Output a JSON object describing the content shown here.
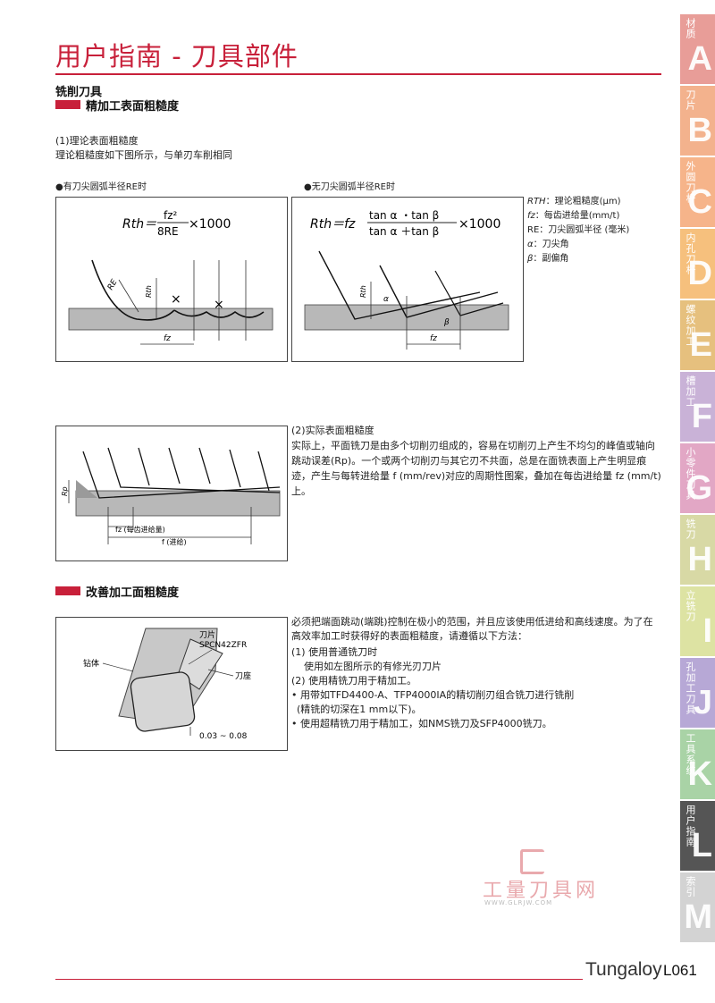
{
  "page": {
    "title": "用户指南 - 刀具部件",
    "subtitle": "铣削刀具",
    "brand": "Tungaloy",
    "page_number": "L061",
    "accent_color": "#c8203a"
  },
  "section1": {
    "title": "精加工表面粗糙度",
    "theory_heading": "(1)理论表面粗糙度",
    "theory_text": "理论粗糙度如下图所示，与单刃车削相同",
    "diagram_left": {
      "caption": "●有刀尖圆弧半径RE时",
      "formula_lhs": "Rth＝",
      "formula_num": "fz²",
      "formula_den": "8RE",
      "formula_mult": "×1000",
      "label_re": "RE",
      "label_rth": "Rth",
      "label_fz": "fz"
    },
    "diagram_right": {
      "caption": "●无刀尖圆弧半径RE时",
      "formula_lhs": "Rth＝fz",
      "formula_num": "tan α ・tan β",
      "formula_den": "tan α ＋tan β",
      "formula_mult": "×1000",
      "label_rth": "Rth",
      "label_alpha": "α",
      "label_beta": "β",
      "label_fz": "fz"
    },
    "legend": [
      {
        "sym": "RTH",
        "desc": "理论粗糙度(μm)"
      },
      {
        "sym": "fz",
        "desc": "每齿进给量(mm/t)"
      },
      {
        "sym": "RE",
        "desc": "刀尖圆弧半径 (毫米)"
      },
      {
        "sym": "α",
        "desc": "刀尖角"
      },
      {
        "sym": "β",
        "desc": "副偏角"
      }
    ],
    "actual_heading": "(2)实际表面粗糙度",
    "actual_text": "实际上，平面铣刀是由多个切削刃组成的，容易在切削刃上产生不均匀的峰值或轴向跳动误差(Rp)。一个或两个切削刃与其它刃不共面，总是在面铣表面上产生明显痕迹，产生与每转进给量 f (mm/rev)对应的周期性图案，叠加在每齿进给量 fz (mm/t)上。",
    "diagram_actual": {
      "label_rp": "Rp",
      "label_fz": "fz (每齿进给量)",
      "label_f": "f (进给)"
    }
  },
  "section2": {
    "title": "改善加工面粗糙度",
    "intro": "必须把端面跳动(端跳)控制在极小的范围，并且应该使用低进给和高线速度。为了在高效率加工时获得好的表面粗糙度，请遵循以下方法：",
    "items": [
      "(1) 使用普通铣刀时",
      "使用如左图所示的有修光刃刀片",
      "(2) 使用精铣刀用于精加工。",
      "• 用带如TFD4400-A、TFP4000IA的精切削刃组合铣刀进行铣削",
      "(精铣的切深在1 mm以下)。",
      "• 使用超精铣刀用于精加工，如NMS铣刀及SFP4000铣刀。"
    ],
    "diagram": {
      "label_insert": "刀片",
      "label_insert_code": "SPCN42ZFR",
      "label_body": "钻体",
      "label_seat": "刀座",
      "label_gap": "0.03 ~ 0.08"
    }
  },
  "watermark": {
    "text": "工量刀具网",
    "url": "WWW.GLRJW.COM"
  },
  "side_tabs": [
    {
      "letter": "A",
      "label": "材质",
      "color": "#e89d98"
    },
    {
      "letter": "B",
      "label": "刀片",
      "color": "#f3b28d"
    },
    {
      "letter": "C",
      "label": "外圆刀杆",
      "color": "#f6b48a"
    },
    {
      "letter": "D",
      "label": "内孔刀杆",
      "color": "#f6c07d"
    },
    {
      "letter": "E",
      "label": "螺纹加工",
      "color": "#e6c07e"
    },
    {
      "letter": "F",
      "label": "槽加工",
      "color": "#c9b2d7"
    },
    {
      "letter": "G",
      "label": "小零件刀具",
      "color": "#e2a7c5"
    },
    {
      "letter": "H",
      "label": "铣刀",
      "color": "#d8d9a5"
    },
    {
      "letter": "I",
      "label": "立铣刀",
      "color": "#dde3a3"
    },
    {
      "letter": "J",
      "label": "孔加工刀具",
      "color": "#b7a8d6"
    },
    {
      "letter": "K",
      "label": "工具系统",
      "color": "#a9d3a6"
    },
    {
      "letter": "L",
      "label": "用户指南",
      "color": "#555555"
    },
    {
      "letter": "M",
      "label": "索引",
      "color": "#d3d3d3"
    }
  ]
}
